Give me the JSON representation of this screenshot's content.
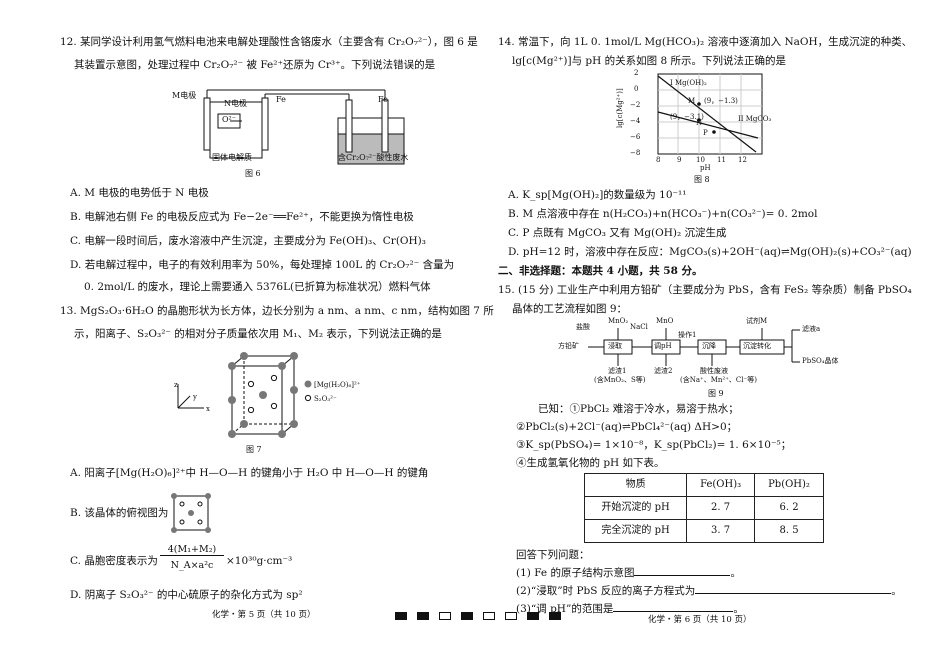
{
  "left": {
    "q12": {
      "l1": "12. 某同学设计利用氢气燃料电池来电解处理酸性含铬废水（主要含有 Cr₂O₇²⁻），图 6 是",
      "l2": "其装置示意图，处理过程中 Cr₂O₇²⁻ 被 Fe²⁺还原为 Cr³⁺。下列说法错误的是",
      "fig": {
        "m": "M电极",
        "n": "N电极",
        "o": "O²⁻",
        "fe1": "Fe",
        "fe2": "Fe",
        "solid": "固体电解质",
        "waste": "含Cr₂O₇²⁻酸性废水",
        "cap": "图 6"
      },
      "A": "A. M 电极的电势低于 N 电极",
      "B": "B. 电解池右侧 Fe 的电极反应式为 Fe−2e⁻══Fe²⁺，不能更换为惰性电极",
      "C": "C. 电解一段时间后，废水溶液中产生沉淀，主要成分为 Fe(OH)₃、Cr(OH)₃",
      "D1": "D. 若电解过程中，电子的有效利用率为 50%，每处理掉 100L 的 Cr₂O₇²⁻ 含量为",
      "D2": "0. 2mol/L 的废水，理论上需要通入 5376L(已折算为标准状况）燃料气体"
    },
    "q13": {
      "l1": "13. MgS₂O₃·6H₂O 的晶胞形状为长方体，边长分别为 a nm、a nm、c nm，结构如图 7 所",
      "l2": "示，阳离子、S₂O₃²⁻ 的相对分子质量依次用 M₁、M₂ 表示，下列说法正确的是",
      "fig": {
        "leg1": "[Mg(H₂O)₆]²⁺",
        "leg2": "S₂O₃²⁻",
        "cap": "图 7",
        "ax_z": "z",
        "ax_y": "y",
        "ax_x": "x"
      },
      "A": "A. 阳离子[Mg(H₂O)₆]²⁺中 H—O—H 的键角小于 H₂O 中 H—O—H 的键角",
      "B": "B. 该晶体的俯视图为",
      "C_pre": "C. 晶胞密度表示为",
      "C_num": "4(M₁+M₂)",
      "C_den": "N_A×a²c",
      "C_post": "×10³⁰g·cm⁻³",
      "D": "D. 阴离子 S₂O₃²⁻ 的中心硫原子的杂化方式为 sp²"
    },
    "footer": "化学・第 5 页（共 10 页）"
  },
  "right": {
    "q14": {
      "l1": "14. 常温下，向 1L 0. 1mol/L Mg(HCO₃)₂ 溶液中逐滴加入 NaOH，生成沉淀的种类、",
      "l2": "lg[c(Mg²⁺)]与 pH 的关系如图 8 所示。下列说法正确的是",
      "fig": {
        "ylabel": "lg[c(Mg²⁺)]",
        "xlabel": "pH",
        "line1": "I  Mg(OH)₂",
        "line2": "II  MgCO₃",
        "ptM": "M",
        "ptMc": "(9，−1.3)",
        "ptN": "N",
        "ptNc": "(9，−3.1)",
        "ptP": "P",
        "yticks": [
          "2",
          "0",
          "−2",
          "−4",
          "−6",
          "−8"
        ],
        "xticks": [
          "8",
          "9",
          "10",
          "11",
          "12"
        ],
        "cap": "图 8"
      },
      "A": "A. K_sp[Mg(OH)₂]的数量级为 10⁻¹¹",
      "B": "B. M 点溶液中存在 n(H₂CO₃)+n(HCO₃⁻)+n(CO₃²⁻)= 0. 2mol",
      "C": "C. P 点既有 MgCO₃ 又有 Mg(OH)₂ 沉淀生成",
      "D": "D. pH=12 时，溶液中存在反应：MgCO₃(s)+2OH⁻(aq)⇌Mg(OH)₂(s)+CO₃²⁻(aq)"
    },
    "sec2": "二、非选择题：本题共 4 小题，共 58 分。",
    "q15": {
      "l1": "15. (15 分) 工业生产中利用方铅矿（主要成分为 PbS，含有 FeS₂ 等杂质）制备 PbSO₄",
      "l2": "晶体的工艺流程如图 9：",
      "flow": {
        "hcl": "盐酸",
        "mno2": "MnO₂",
        "nacl": "NaCl",
        "mno": "MnO",
        "op1": "操作1",
        "reagentM": "试剂M",
        "ore": "方铅矿",
        "leach": "浸取",
        "ph": "调pH",
        "sink": "沉降",
        "conv": "沉淀转化",
        "filtA": "滤液a",
        "prod": "PbSO₄晶体",
        "res1": "滤渣1",
        "res1d": "(含MnO₂、S等)",
        "res2": "滤渣2",
        "waste": "酸性废液",
        "wasted": "(含Na⁺、Mn²⁺、Cl⁻等)",
        "cap": "图 9"
      },
      "known": "已知：①PbCl₂ 难溶于冷水，易溶于热水；",
      "k2": "②PbCl₂(s)+2Cl⁻(aq)⇌PbCl₄²⁻(aq)    ΔH>0；",
      "k3": "③K_sp(PbSO₄)= 1×10⁻⁸，K_sp(PbCl₂)= 1. 6×10⁻⁵；",
      "k4": "④生成氢氧化物的 pH 如下表。",
      "table": {
        "head": [
          "物质",
          "Fe(OH)₃",
          "Pb(OH)₂"
        ],
        "rows": [
          [
            "开始沉淀的 pH",
            "2. 7",
            "6. 2"
          ],
          [
            "完全沉淀的 pH",
            "3. 7",
            "8. 5"
          ]
        ]
      },
      "ask": "回答下列问题：",
      "s1": "(1) Fe 的原子结构示意图",
      "s2": "(2)“浸取”时 PbS 反应的离子方程式为",
      "s3": "(3)“调 pH”的范围是",
      "dot": "。"
    },
    "footer": "化学・第 6 页（共 10 页）"
  }
}
